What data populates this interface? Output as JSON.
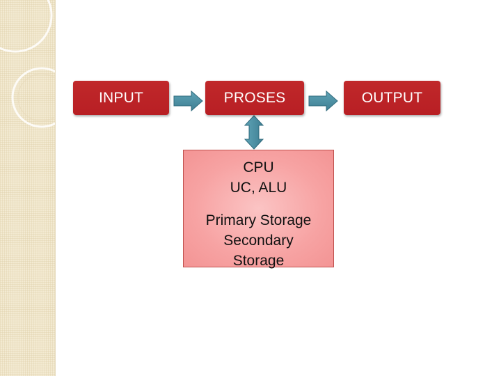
{
  "diagram": {
    "input_label": "INPUT",
    "proses_label": "PROSES",
    "output_label": "OUTPUT",
    "cpu_lines_top": [
      "CPU",
      "UC, ALU"
    ],
    "cpu_lines_bottom": [
      "Primary Storage",
      "Secondary",
      "Storage"
    ]
  },
  "colors": {
    "box_fill": "#c0282a",
    "cpu_fill": "#f7a3a3",
    "arrow_fill": "#4f8fa3",
    "side_strip": "#f3ead2"
  }
}
